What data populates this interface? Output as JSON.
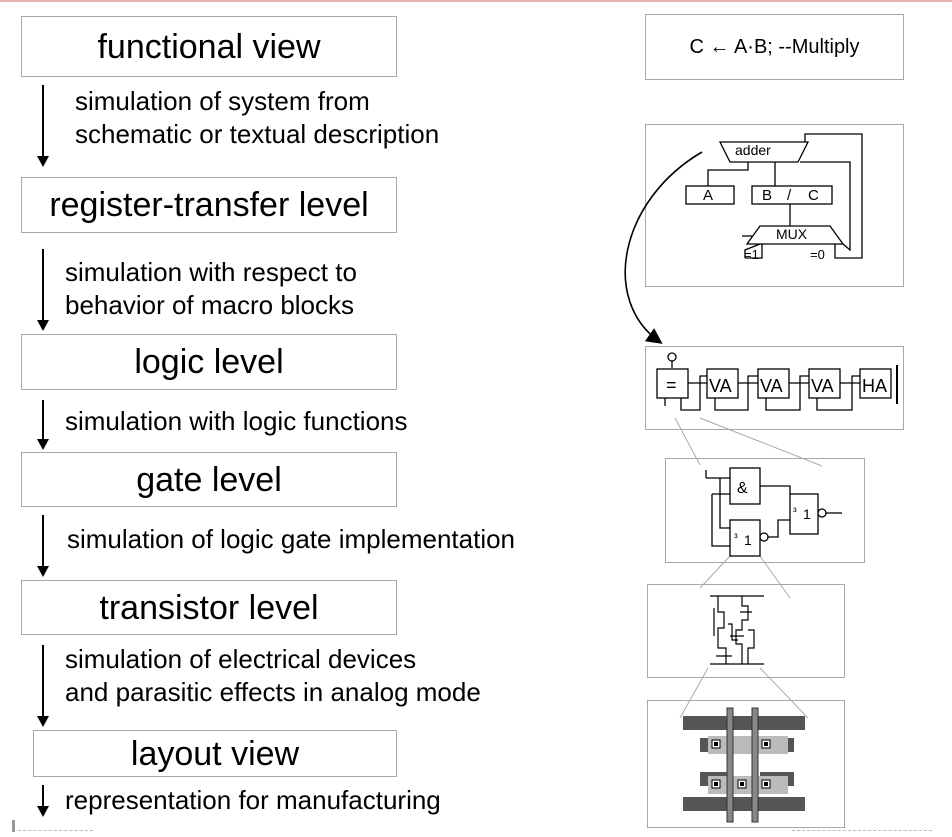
{
  "levels": [
    {
      "label": "functional view"
    },
    {
      "label": "register-transfer level"
    },
    {
      "label": "logic level"
    },
    {
      "label": "gate level"
    },
    {
      "label": "transistor level"
    },
    {
      "label": "layout view"
    }
  ],
  "descriptions": [
    {
      "line1": "simulation of system from",
      "line2": "schematic or textual description"
    },
    {
      "line1": "simulation with respect to",
      "line2": "behavior of macro blocks"
    },
    {
      "line1": "simulation with logic functions",
      "line2": ""
    },
    {
      "line1": "simulation of logic gate implementation",
      "line2": ""
    },
    {
      "line1": "simulation of electrical devices",
      "line2": "and parasitic effects in analog mode"
    },
    {
      "line1": "representation for manufacturing",
      "line2": ""
    }
  ],
  "formula": "C ← A·B; --Multiply",
  "rtl": {
    "adder": "adder",
    "a": "A",
    "b": "B",
    "slash": "/",
    "c": "C",
    "mux": "MUX",
    "sel1": "=1",
    "sel0": "=0"
  },
  "logic": {
    "cmp": "=",
    "va1": "VA",
    "va2": "VA",
    "va3": "VA",
    "ha": "HA"
  },
  "gate": {
    "and": "&",
    "one": "1",
    "ge": "³"
  }
}
